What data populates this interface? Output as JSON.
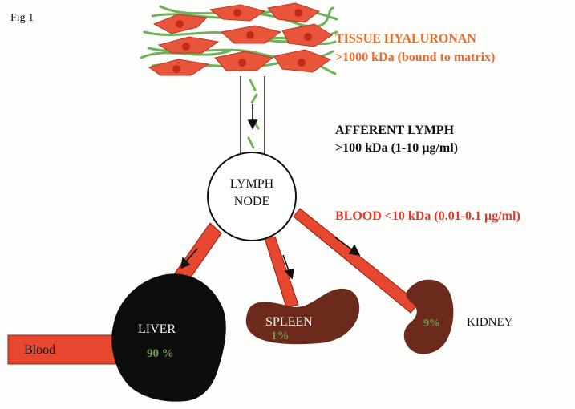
{
  "figure_label": "Fig 1",
  "tissue": {
    "title": "TISSUE HYALURONAN",
    "detail": ">1000 kDa (bound to matrix)"
  },
  "afferent": {
    "title": "AFFERENT LYMPH",
    "detail": ">100 kDa (1-10 µg/ml)"
  },
  "lymph_node": {
    "line1": "LYMPH",
    "line2": "NODE"
  },
  "blood_route": {
    "label": "BLOOD <10 kDa (0.01-0.1 µg/ml)"
  },
  "liver": {
    "name": "LIVER",
    "percent": "90 %"
  },
  "spleen": {
    "name": "SPLEEN",
    "percent": "1%"
  },
  "kidney": {
    "name": "KIDNEY",
    "percent": "9%"
  },
  "blood_vessel": {
    "label": "Blood"
  },
  "colors": {
    "orange": "#e86a2c",
    "red": "#e23a2a",
    "liver": "#0d0d0d",
    "organ": "#6b2a1c",
    "green": "#6f9a52"
  }
}
